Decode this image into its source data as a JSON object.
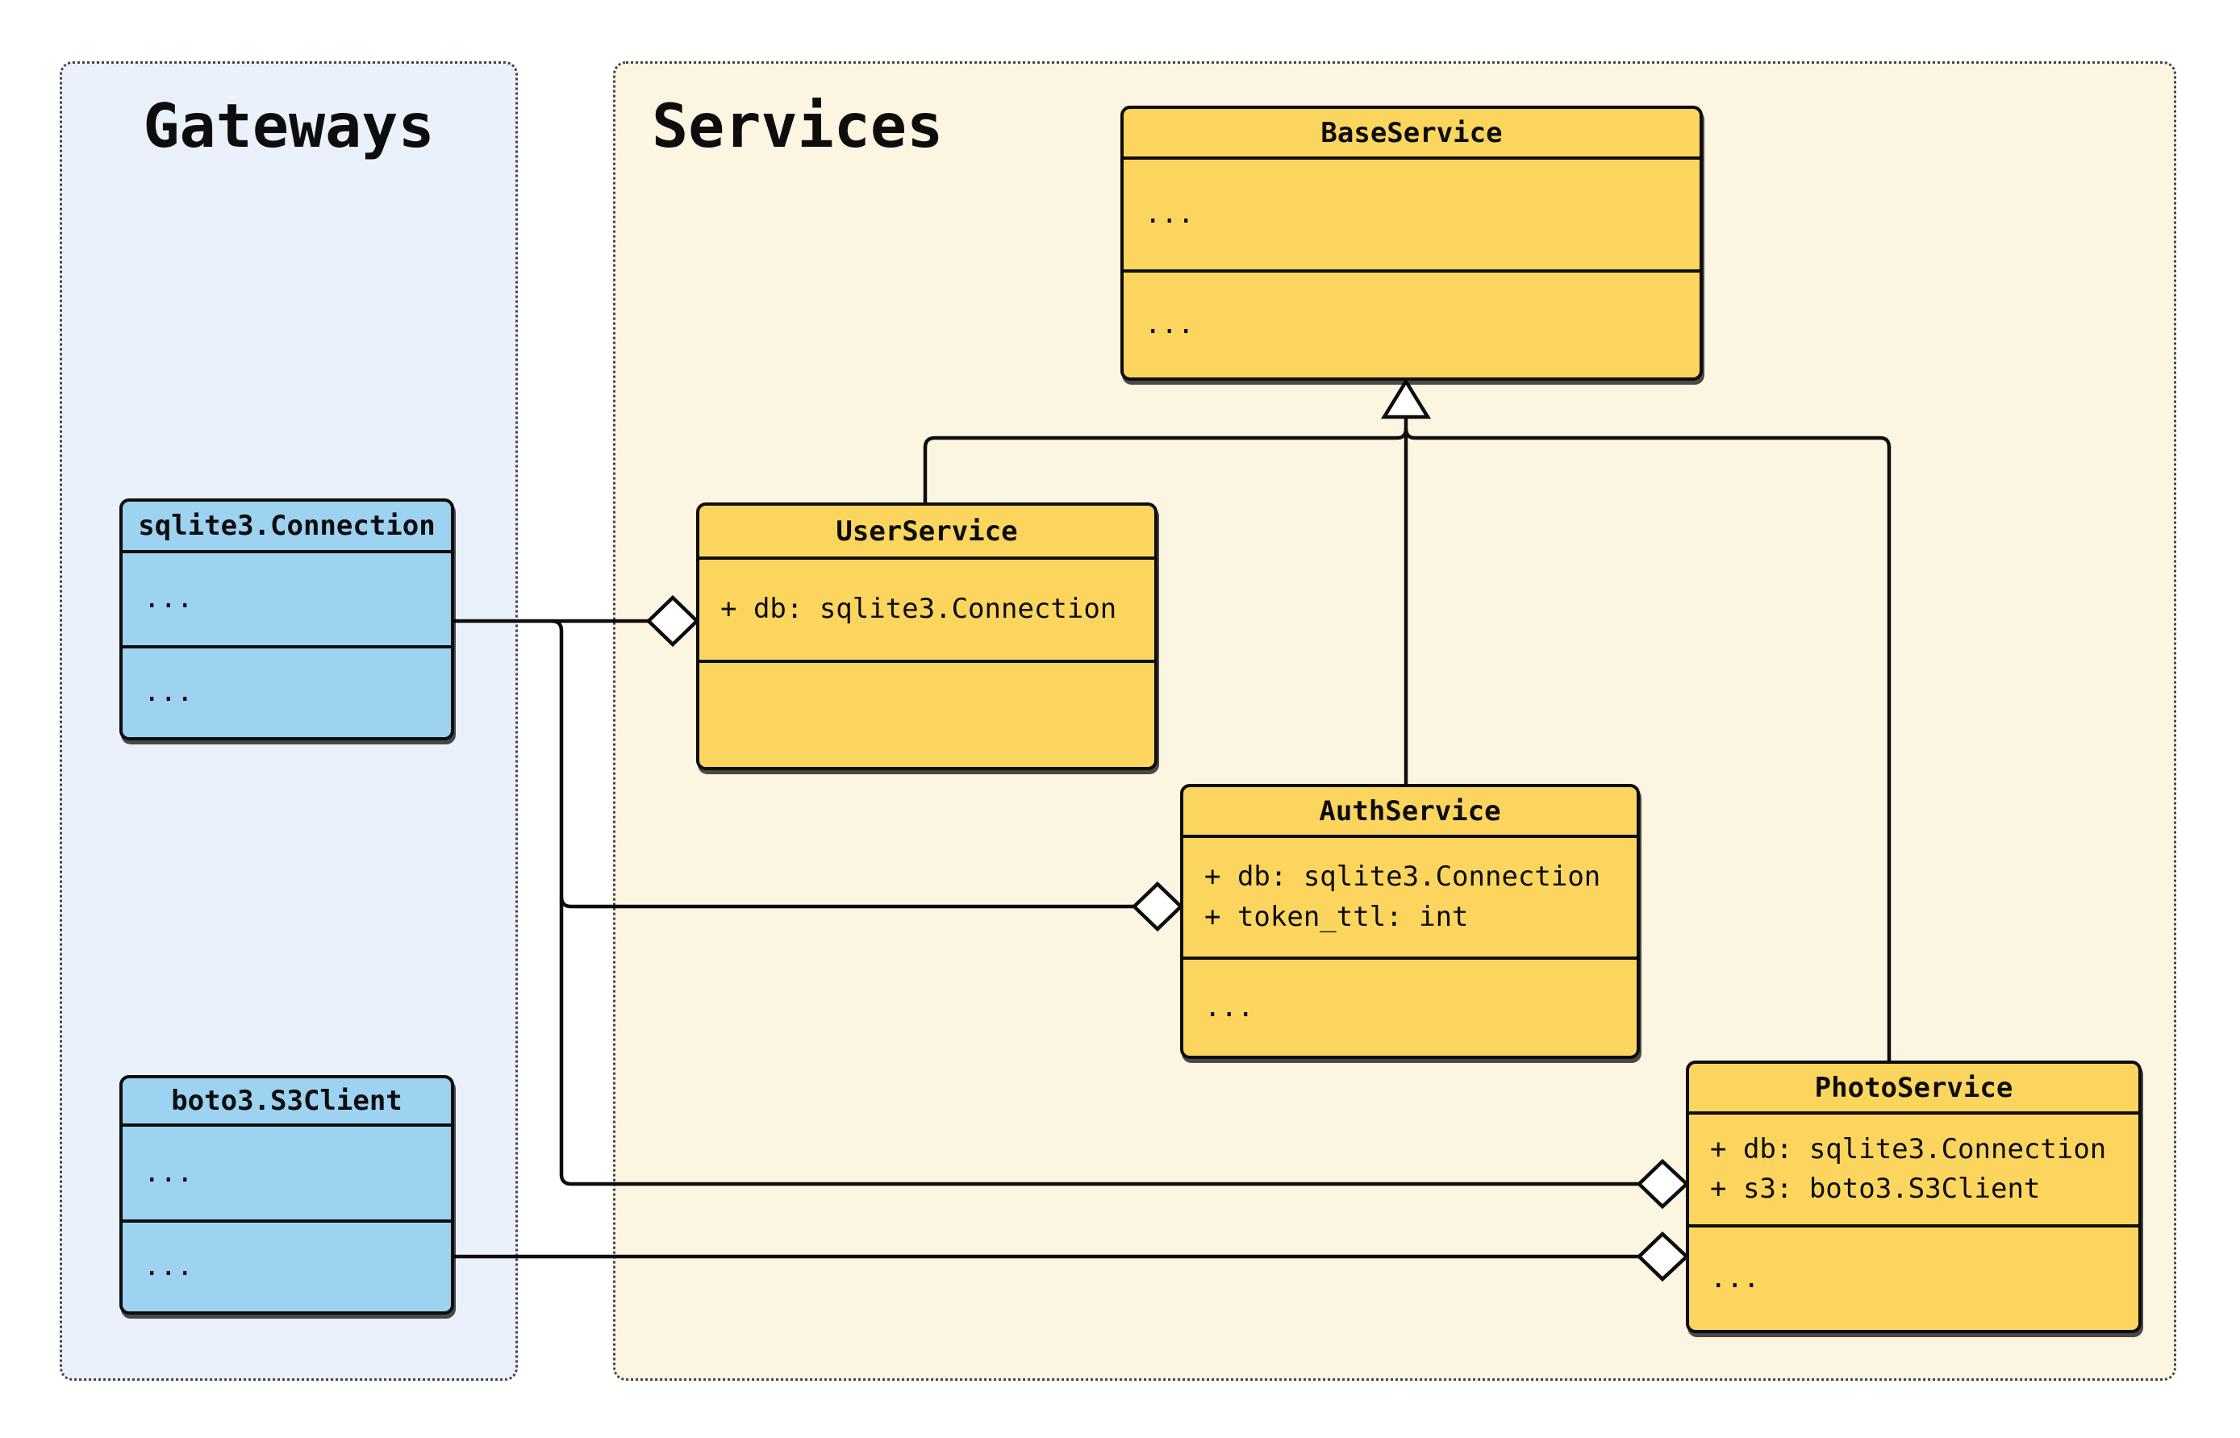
{
  "colors": {
    "page_background": "#ffffff",
    "panel_gateways_bg": "#EAF1FA",
    "panel_services_bg": "#FCF5E2",
    "class_gateway_fill": "#9DD2F1",
    "class_service_fill": "#FBD55E",
    "line_color": "#0d0d0d"
  },
  "panels": [
    {
      "title": "Gateways"
    },
    {
      "title": "Services"
    }
  ],
  "classes": [
    {
      "name": "sqlite3.Connection",
      "attrs": [
        "..."
      ],
      "methods": [
        "..."
      ]
    },
    {
      "name": "boto3.S3Client",
      "attrs": [
        "..."
      ],
      "methods": [
        "..."
      ]
    },
    {
      "name": "BaseService",
      "attrs": [
        "..."
      ],
      "methods": [
        "..."
      ]
    },
    {
      "name": "UserService",
      "attrs": [
        "+ db: sqlite3.Connection"
      ],
      "methods": []
    },
    {
      "name": "AuthService",
      "attrs": [
        "+ db: sqlite3.Connection",
        "+ token_ttl: int"
      ],
      "methods": [
        "..."
      ]
    },
    {
      "name": "PhotoService",
      "attrs": [
        "+ db: sqlite3.Connection",
        "+ s3: boto3.S3Client"
      ],
      "methods": [
        "..."
      ]
    }
  ],
  "relationships": [
    {
      "from": "sqlite3.Connection",
      "to": "UserService",
      "type": "aggregation"
    },
    {
      "from": "sqlite3.Connection",
      "to": "AuthService",
      "type": "aggregation"
    },
    {
      "from": "sqlite3.Connection",
      "to": "PhotoService",
      "type": "aggregation"
    },
    {
      "from": "boto3.S3Client",
      "to": "PhotoService",
      "type": "aggregation"
    },
    {
      "from": "UserService",
      "to": "BaseService",
      "type": "inheritance"
    },
    {
      "from": "AuthService",
      "to": "BaseService",
      "type": "inheritance"
    },
    {
      "from": "PhotoService",
      "to": "BaseService",
      "type": "inheritance"
    }
  ]
}
